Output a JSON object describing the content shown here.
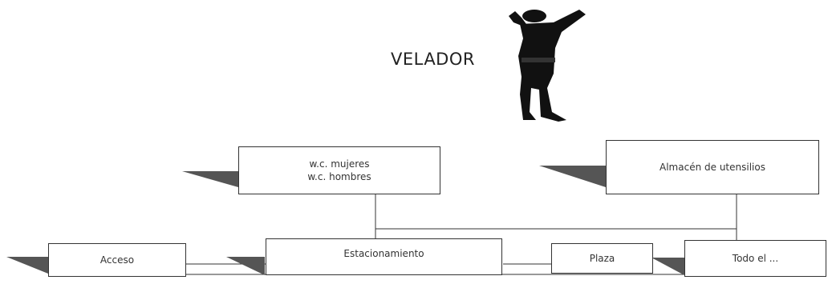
{
  "title": "VELADOR",
  "boxes": {
    "wc": {
      "lines": [
        "w.c. mujeres",
        "w.c. hombres"
      ]
    },
    "almacen": {
      "label": "Almacén de utensilios"
    },
    "acceso": {
      "label": "Acceso"
    },
    "estacionamiento": {
      "label": "Estacionamiento"
    },
    "plaza": {
      "label": "Plaza"
    },
    "last": {
      "label": "Todo el ..."
    }
  },
  "colors": {
    "line": "#333333",
    "shadow": "#555555",
    "figure": "#111111"
  },
  "figure_icon": "guard-figure-icon"
}
